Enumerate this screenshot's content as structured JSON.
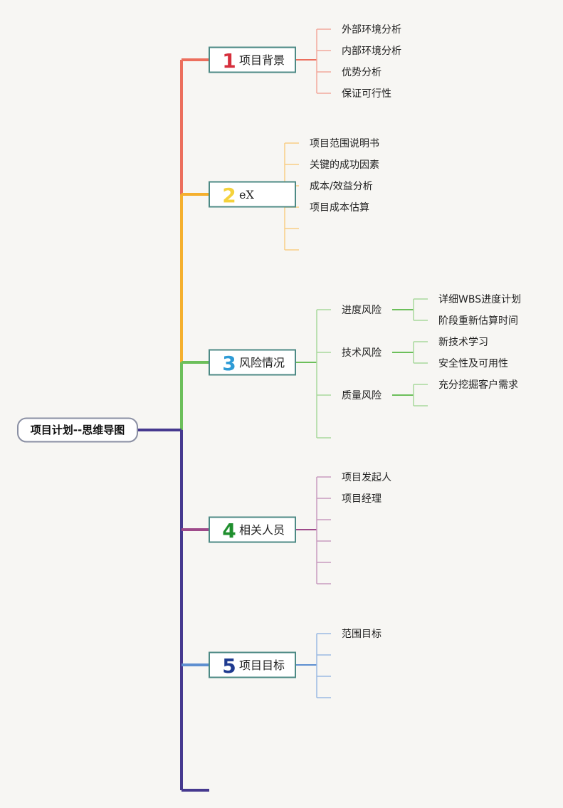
{
  "colors": {
    "background": "#f7f6f3",
    "topic_border": "#4d8a85",
    "root_border": "#8a8fa3",
    "spine_bottom": "#46398f"
  },
  "root": {
    "label": "项目计划--思维导图"
  },
  "topics": [
    {
      "number": "1",
      "label": "项目背景",
      "color": "#ec6f5d",
      "number_color": "#d62f3c",
      "sub_color": "#f2a89c",
      "children": [
        {
          "label": "外部环境分析",
          "children": []
        },
        {
          "label": "内部环境分析",
          "children": []
        },
        {
          "label": "优势分析",
          "children": []
        },
        {
          "label": "保证可行性",
          "children": []
        }
      ]
    },
    {
      "number": "2",
      "label": "eX",
      "plain_label": true,
      "color": "#f5b02e",
      "number_color": "#f5d23c",
      "sub_color": "#f8cd86",
      "children": [
        {
          "label": "项目范围说明书",
          "children": []
        },
        {
          "label": "关键的成功因素",
          "children": []
        },
        {
          "label": "成本/效益分析",
          "children": []
        },
        {
          "label": "项目成本估算",
          "children": []
        },
        {
          "label": "",
          "children": []
        },
        {
          "label": "",
          "children": []
        }
      ]
    },
    {
      "number": "3",
      "label": "风险情况",
      "color": "#6cbf5a",
      "number_color": "#2e9bd6",
      "sub_color": "#a9d99c",
      "children": [
        {
          "label": "进度风险",
          "children": [
            {
              "label": "详细WBS进度计划"
            },
            {
              "label": "阶段重新估算时间"
            }
          ]
        },
        {
          "label": "技术风险",
          "children": [
            {
              "label": "新技术学习"
            },
            {
              "label": "安全性及可用性"
            }
          ]
        },
        {
          "label": "质量风险",
          "children": [
            {
              "label": "充分挖掘客户需求"
            },
            {
              "label": ""
            }
          ]
        },
        {
          "label": "",
          "children": []
        }
      ]
    },
    {
      "number": "4",
      "label": "相关人员",
      "color": "#9e4a8a",
      "number_color": "#1f8f2e",
      "sub_color": "#c89bbf",
      "children": [
        {
          "label": "项目发起人",
          "children": []
        },
        {
          "label": "项目经理",
          "children": []
        },
        {
          "label": "",
          "children": []
        },
        {
          "label": "",
          "children": []
        },
        {
          "label": "",
          "children": []
        },
        {
          "label": "",
          "children": []
        }
      ]
    },
    {
      "number": "5",
      "label": "项目目标",
      "color": "#5e8fd0",
      "number_color": "#1e3a8f",
      "sub_color": "#9bbae3",
      "children": [
        {
          "label": "范围目标",
          "children": []
        },
        {
          "label": "",
          "children": []
        },
        {
          "label": "",
          "children": []
        },
        {
          "label": "",
          "children": []
        }
      ]
    }
  ]
}
